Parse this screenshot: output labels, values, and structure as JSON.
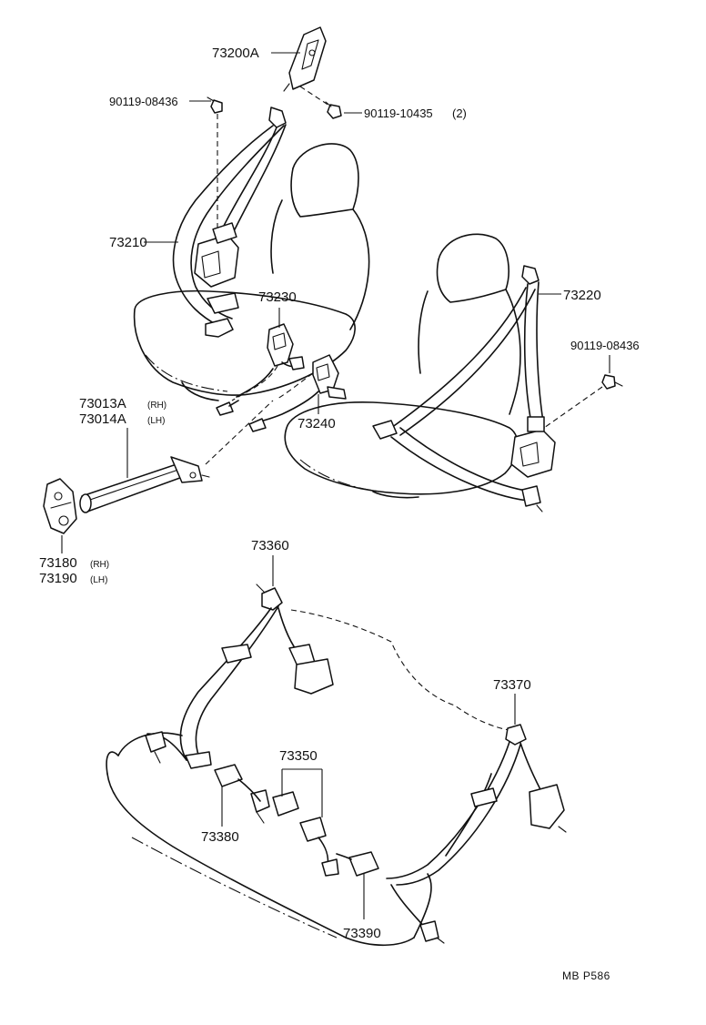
{
  "labels": {
    "p73200A": "73200A",
    "p9011908436_top": "90119-08436",
    "p9011910435": "90119-10435",
    "p9011910435_qty": "(2)",
    "p73210": "73210",
    "p73230": "73230",
    "p73220": "73220",
    "p9011908436_right": "90119-08436",
    "p73013A": "73013A",
    "p73013A_side": "(RH)",
    "p73014A": "73014A",
    "p73014A_side": "(LH)",
    "p73240": "73240",
    "p73180": "73180",
    "p73180_side": "(RH)",
    "p73190": "73190",
    "p73190_side": "(LH)",
    "p73360": "73360",
    "p73370": "73370",
    "p73350": "73350",
    "p73380": "73380",
    "p73390": "73390"
  },
  "diagram_code": "MB  P586"
}
